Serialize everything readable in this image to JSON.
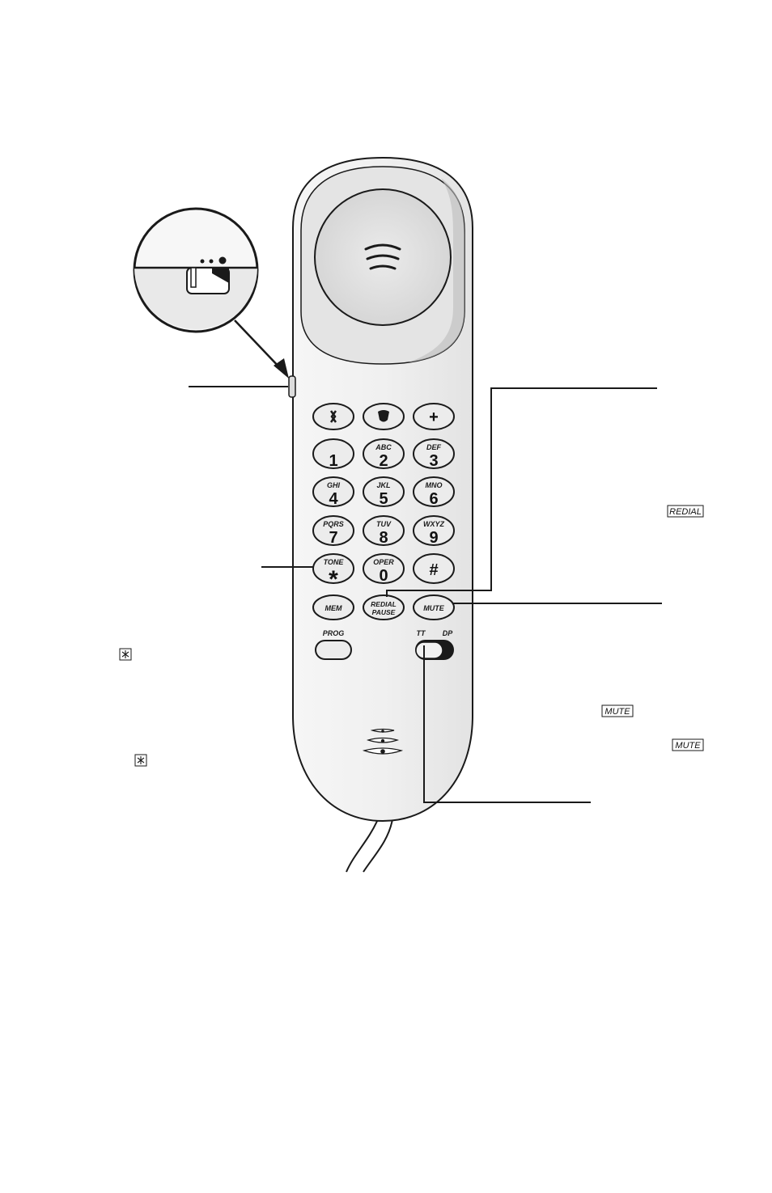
{
  "keypad": {
    "row1": {
      "k1": "1",
      "k1_letters": "",
      "k2": "2",
      "k2_letters": "ABC",
      "k3": "3",
      "k3_letters": "DEF"
    },
    "row2": {
      "k1": "4",
      "k1_letters": "GHI",
      "k2": "5",
      "k2_letters": "JKL",
      "k3": "6",
      "k3_letters": "MNO"
    },
    "row3": {
      "k1": "7",
      "k1_letters": "PQRS",
      "k2": "8",
      "k2_letters": "TUV",
      "k3": "9",
      "k3_letters": "WXYZ"
    },
    "row4": {
      "k1": "*",
      "k1_letters": "TONE",
      "k2": "0",
      "k2_letters": "OPER",
      "k3": "#",
      "k3_letters": ""
    }
  },
  "function_keys": {
    "mem": "MEM",
    "redial_line1": "REDIAL",
    "redial_line2": "PAUSE",
    "mute": "MUTE",
    "prog": "PROG",
    "plus": "+"
  },
  "dial_mode_switch": {
    "tt": "TT",
    "dp": "DP"
  },
  "callout_keycaps": {
    "redial": "REDIAL",
    "mute_1": "MUTE",
    "mute_2": "MUTE"
  },
  "icons": {
    "top_left_key": "volume-icon",
    "top_middle_key": "flash-icon",
    "star_keycap": "star-key-icon",
    "inset": "ringer-switch-magnifier-icon"
  },
  "colors": {
    "handset_fill": "#f1f1f1",
    "earpiece_fill": "#e0e0e0",
    "key_fill": "#ececec",
    "outline": "#1a1a1a"
  }
}
